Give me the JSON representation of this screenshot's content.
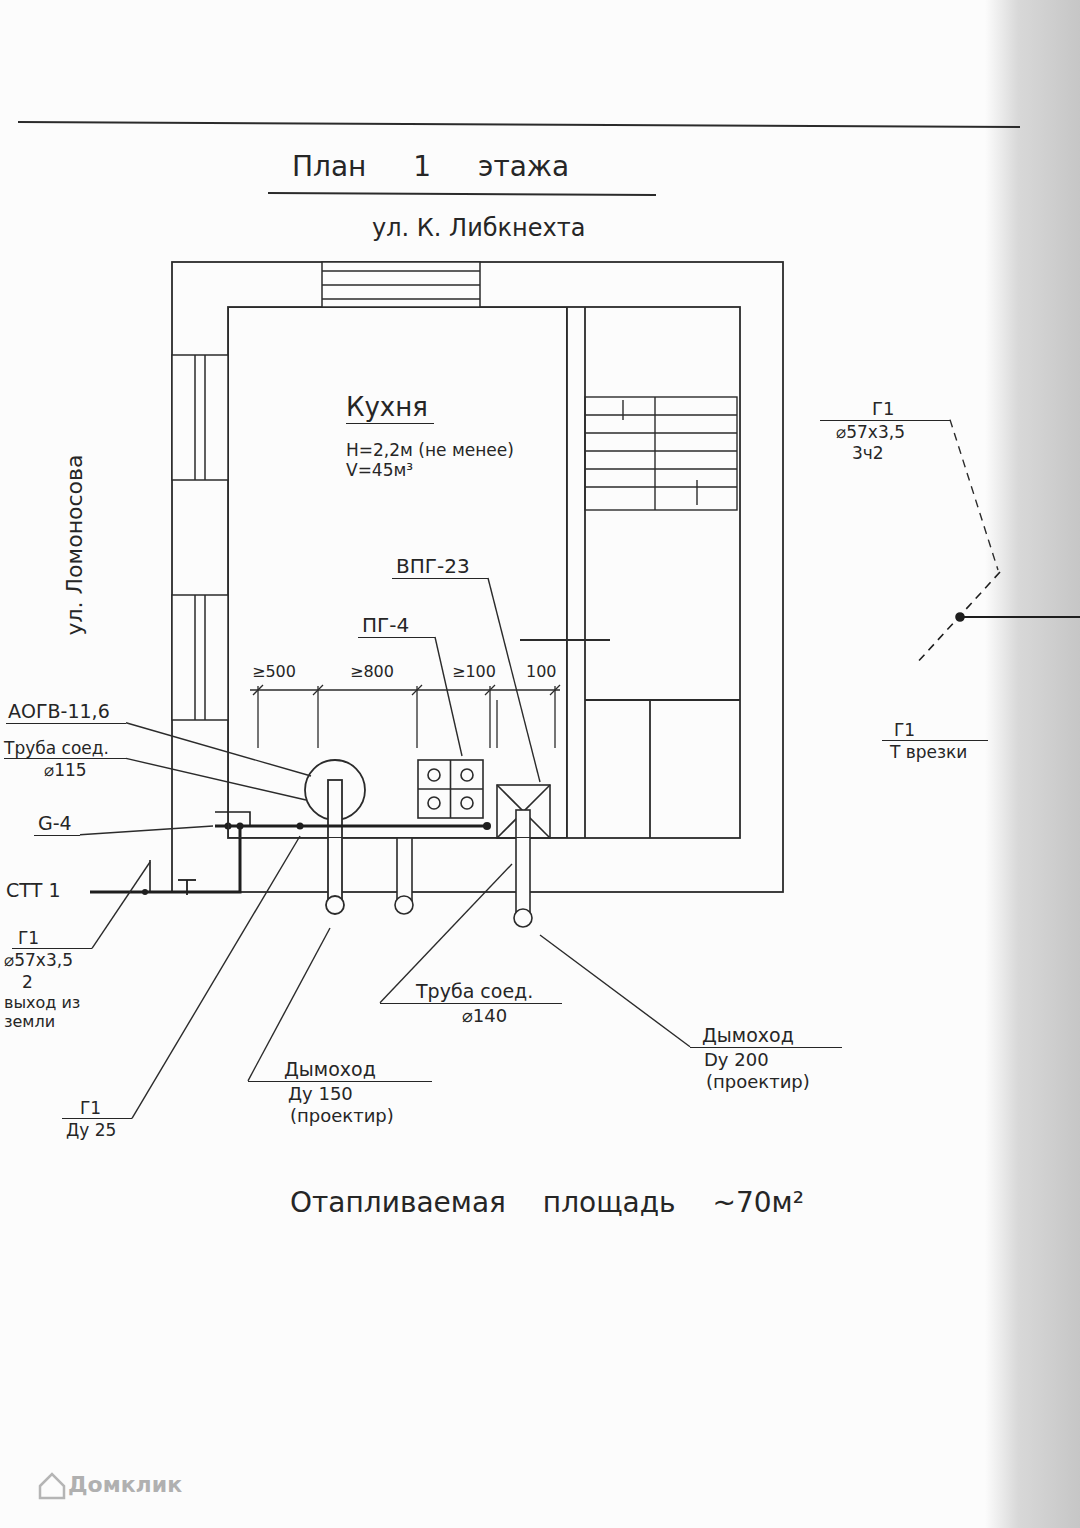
{
  "diagram": {
    "title": "План 1 этажа",
    "caption": "Отапливаемая площадь ~70м²",
    "nodes": [
      {
        "text": [
          "Кухня",
          "H=2,2м (не менее) V=45м³"
        ]
      }
    ],
    "labels": [
      "ул. К. Либкнехта",
      "ул. Ломоносова",
      "ВПГ-23",
      "ПГ-4",
      "≥500",
      "≥800",
      "≥100",
      "100",
      "АОГВ-11,6",
      "Труба соед.",
      "⌀115",
      "G-4",
      "СТТ 1",
      "Г1",
      "⌀57х3,5",
      "2",
      "выход из земли",
      "Г1",
      "Ду 25",
      "Дымоход",
      "Ду 150",
      "(проектир)",
      "Труба соед.",
      "⌀140",
      "Дымоход",
      "Dу 200",
      "(проектир)",
      "Г1",
      "⌀57х3,5",
      "3ч2",
      "Г1",
      "Т врезки",
      "Домклик"
    ]
  }
}
